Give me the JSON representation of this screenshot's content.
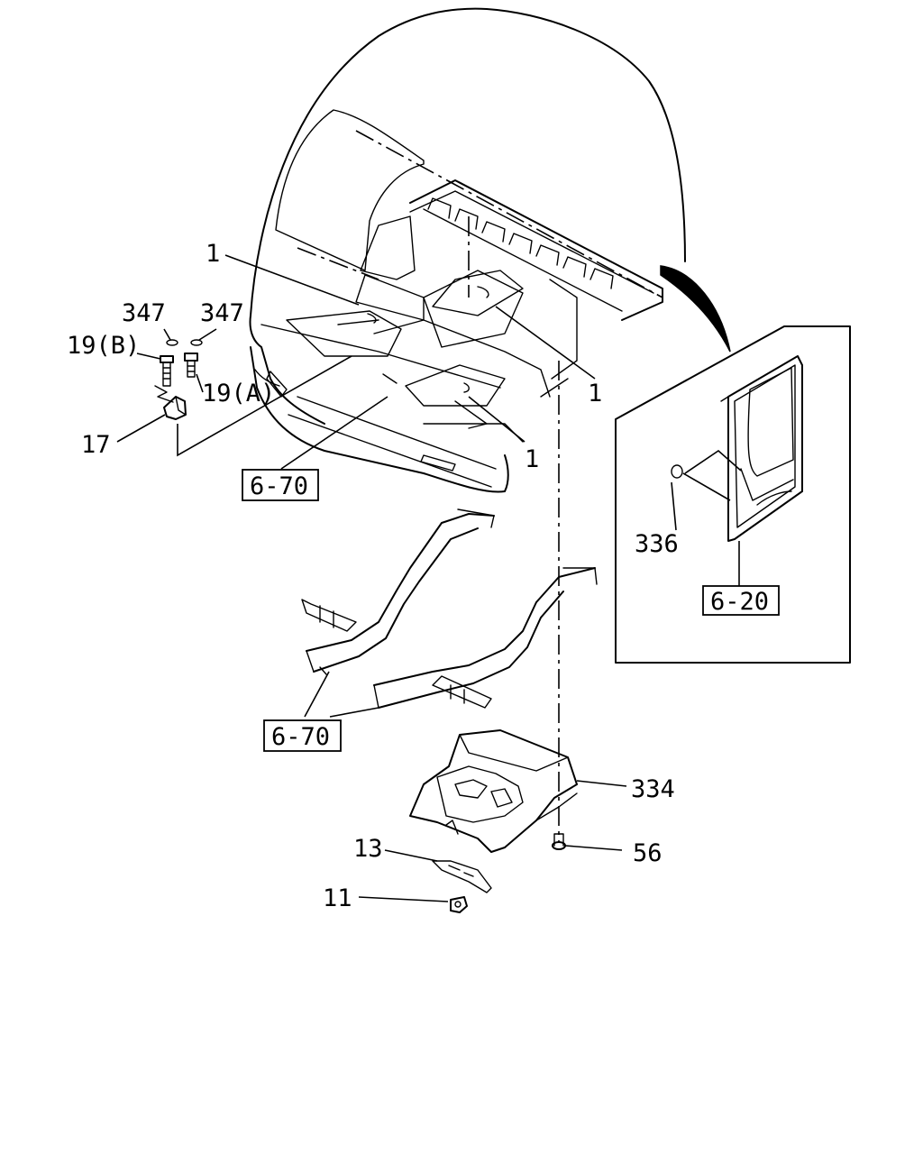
{
  "callouts": {
    "c1_top": "1",
    "c1_mid": "1",
    "c1_low": "1",
    "c347_a": "347",
    "c347_b": "347",
    "c19b": "19(B)",
    "c19a": "19(A)",
    "c17": "17",
    "ref_670_top": "6-70",
    "ref_670_bottom": "6-70",
    "ref_620": "6-20",
    "c336": "336",
    "c334": "334",
    "c56": "56",
    "c13": "13",
    "c11": "11"
  }
}
